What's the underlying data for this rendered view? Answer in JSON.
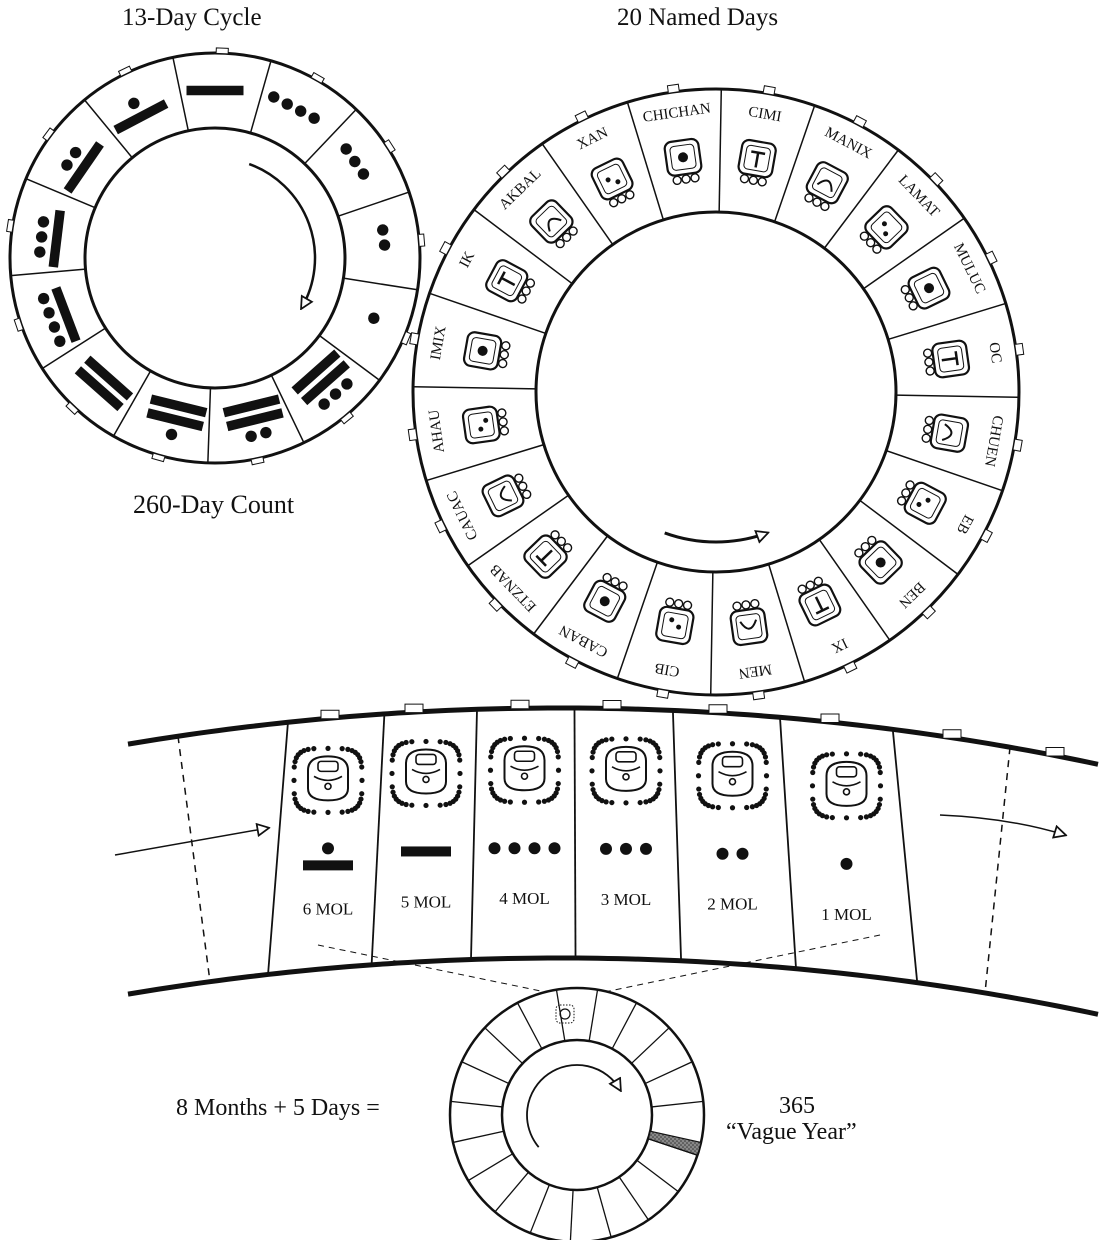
{
  "titles": {
    "thirteen_day_cycle": "13-Day Cycle",
    "twenty_named_days": "20 Named Days",
    "day_count_260": "260-Day Count"
  },
  "cycle_13": {
    "numbers": [
      1,
      2,
      3,
      4,
      5,
      6,
      7,
      8,
      9,
      10,
      11,
      12,
      13
    ]
  },
  "named_days": [
    "CHICHAN",
    "CIMI",
    "MANIX",
    "LAMAT",
    "MULUC",
    "OC",
    "CHUEN",
    "EB",
    "BEN",
    "IX",
    "MEN",
    "CIB",
    "CABAN",
    "ETZNAB",
    "CAUAC",
    "AHAU",
    "IMIX",
    "IK",
    "AKBAL",
    "XAN"
  ],
  "months": [
    {
      "label": "6 MOL",
      "number": 6
    },
    {
      "label": "5 MOL",
      "number": 5
    },
    {
      "label": "4 MOL",
      "number": 4
    },
    {
      "label": "3 MOL",
      "number": 3
    },
    {
      "label": "2 MOL",
      "number": 2
    },
    {
      "label": "1 MOL",
      "number": 1
    }
  ],
  "vague_year": {
    "equation": "8 Months + 5 Days =",
    "total": "365",
    "name": "“Vague Year”",
    "segments": 19
  },
  "colors": {
    "ink": "#111111",
    "paper": "#ffffff"
  }
}
